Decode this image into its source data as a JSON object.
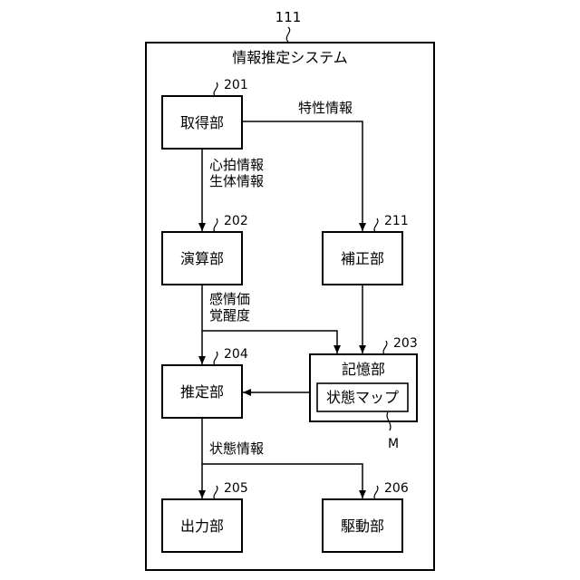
{
  "figure": {
    "ref": "111",
    "system_title": "情報推定システム",
    "blocks": {
      "acquisition": {
        "label": "取得部",
        "ref": "201"
      },
      "computation": {
        "label": "演算部",
        "ref": "202"
      },
      "correction": {
        "label": "補正部",
        "ref": "211"
      },
      "storage": {
        "label": "記憶部",
        "ref": "203"
      },
      "state_map": {
        "label": "状態マップ",
        "ref": "M"
      },
      "estimation": {
        "label": "推定部",
        "ref": "204"
      },
      "output": {
        "label": "出力部",
        "ref": "205"
      },
      "drive": {
        "label": "駆動部",
        "ref": "206"
      }
    },
    "signals": {
      "characteristic": "特性情報",
      "heart_rate": "心拍情報",
      "biometric": "生体情報",
      "emotion_value": "感情価",
      "arousal": "覚醒度",
      "state_info": "状態情報"
    }
  }
}
